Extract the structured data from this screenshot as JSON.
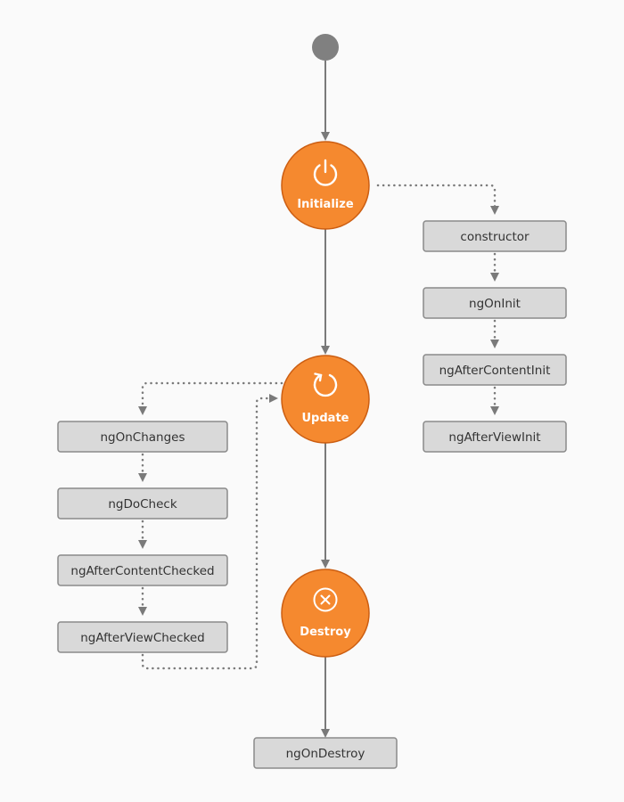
{
  "colors": {
    "background": "#fafafa",
    "stage_fill": "#f5892f",
    "stage_stroke": "#cc5e12",
    "hook_fill": "#d9d9d9",
    "hook_stroke": "#8a8a8a",
    "connector": "#7a7a7a",
    "start_dot": "#808080"
  },
  "stages": {
    "initialize": {
      "label": "Initialize",
      "icon": "power-icon"
    },
    "update": {
      "label": "Update",
      "icon": "refresh-icon"
    },
    "destroy": {
      "label": "Destroy",
      "icon": "close-circle-icon"
    }
  },
  "hooks": {
    "initialize": [
      "constructor",
      "ngOnInit",
      "ngAfterContentInit",
      "ngAfterViewInit"
    ],
    "update": [
      "ngOnChanges",
      "ngDoCheck",
      "ngAfterContentChecked",
      "ngAfterViewChecked"
    ],
    "destroy": [
      "ngOnDestroy"
    ]
  }
}
